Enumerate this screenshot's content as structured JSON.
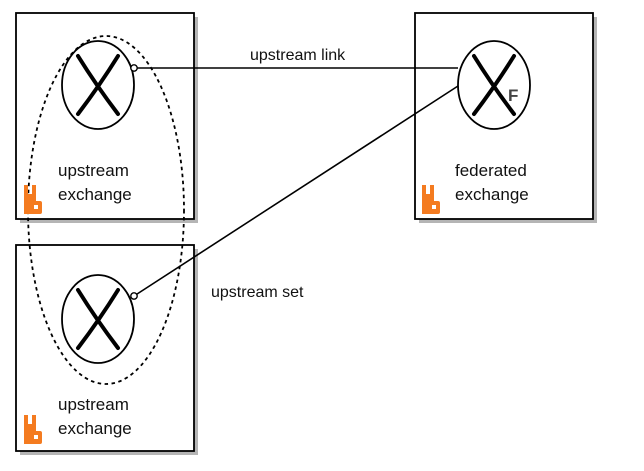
{
  "diagram": {
    "nodes": {
      "upstream_top": {
        "line1": "upstream",
        "line2": "exchange",
        "symbol": "X"
      },
      "upstream_bottom": {
        "line1": "upstream",
        "line2": "exchange",
        "symbol": "X"
      },
      "federated": {
        "line1": "federated",
        "line2": "exchange",
        "symbol": "X",
        "badge": "F"
      }
    },
    "edges": {
      "upstream_link_label": "upstream link"
    },
    "groups": {
      "upstream_set_label": "upstream set"
    },
    "icons": {
      "broker_logo": "rabbitmq-logo"
    },
    "colors": {
      "logo": "#f47b20",
      "stroke": "#000000",
      "box_shadow": "#a8a8a8"
    }
  }
}
